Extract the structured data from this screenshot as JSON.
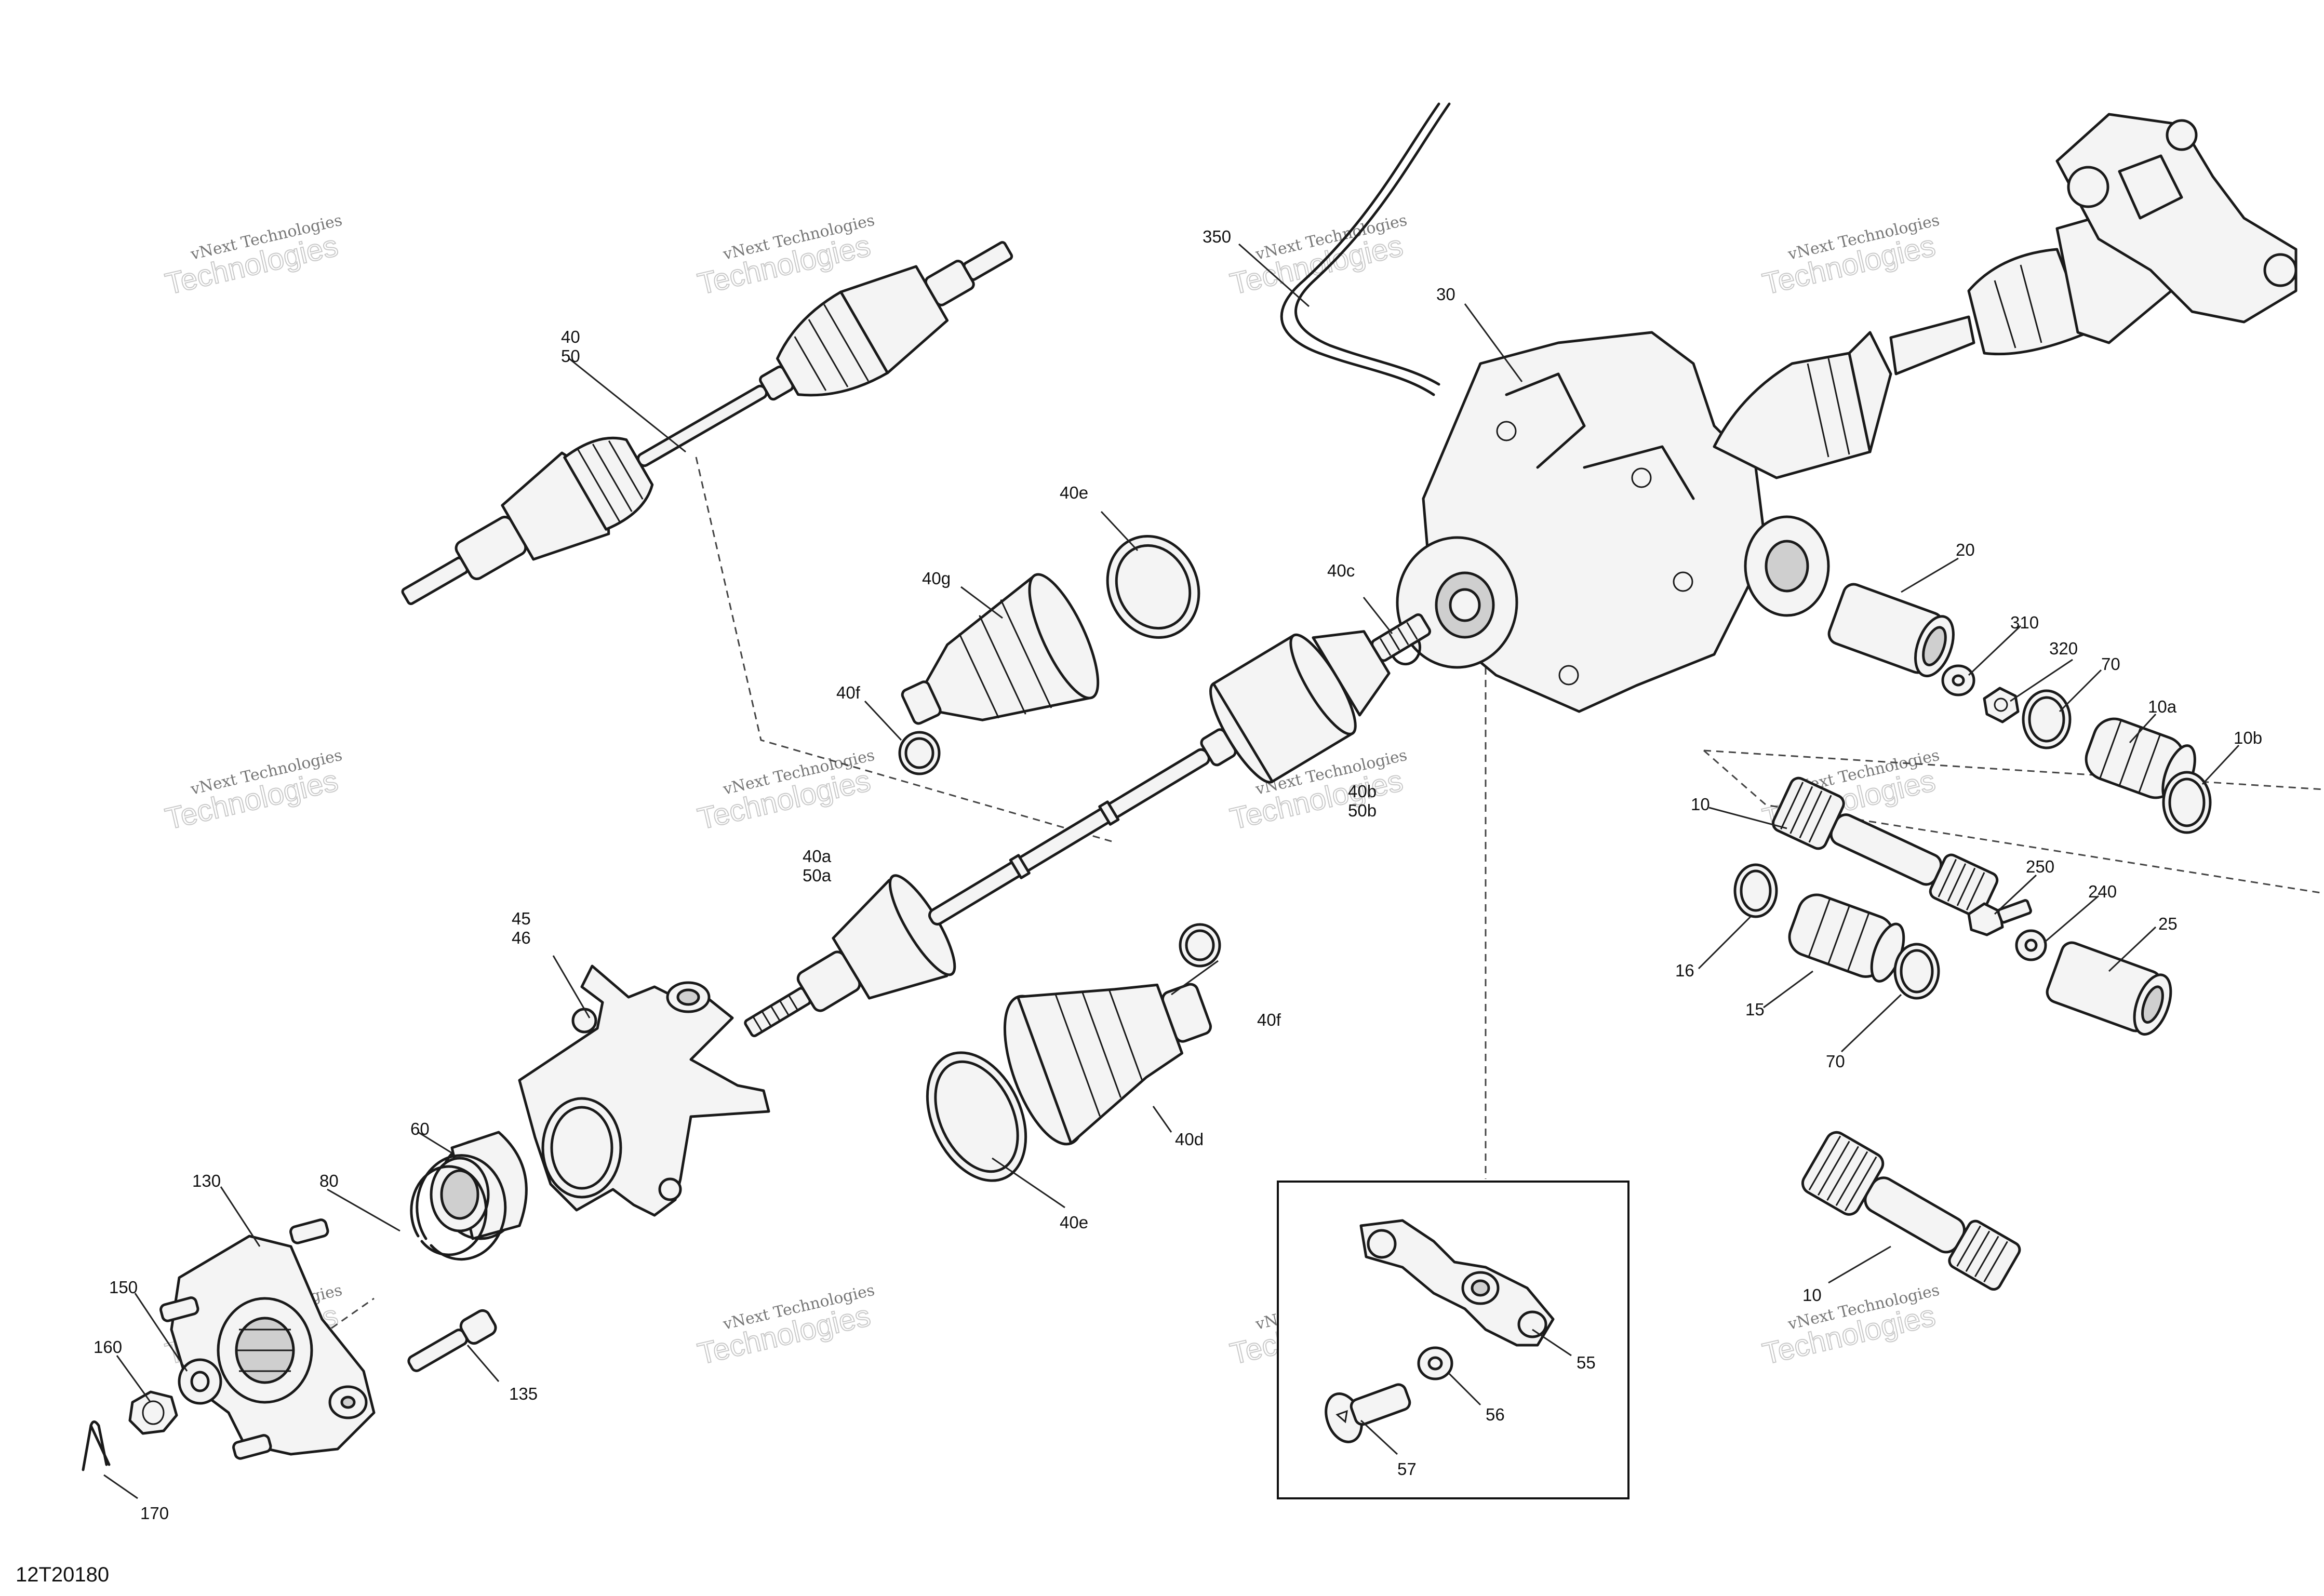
{
  "figure_id": "12T20180",
  "watermark": {
    "line1": "vNext Technologies",
    "line2": "Technologies"
  },
  "callouts": {
    "c10": "10",
    "c10a": "10a",
    "c10b": "10b",
    "c15": "15",
    "c16": "16",
    "c20": "20",
    "c25": "25",
    "c30": "30",
    "c40_50": [
      "40",
      "50"
    ],
    "c40a_50a": [
      "40a",
      "50a"
    ],
    "c40b_50b": [
      "40b",
      "50b"
    ],
    "c40c": "40c",
    "c40d": "40d",
    "c40e": "40e",
    "c40f": "40f",
    "c40g": "40g",
    "c45_46": [
      "45",
      "46"
    ],
    "c55": "55",
    "c56": "56",
    "c57": "57",
    "c60": "60",
    "c70": "70",
    "c80": "80",
    "c130": "130",
    "c135": "135",
    "c150": "150",
    "c160": "160",
    "c170": "170",
    "c240": "240",
    "c250": "250",
    "c310": "310",
    "c320": "320",
    "c350": "350"
  }
}
